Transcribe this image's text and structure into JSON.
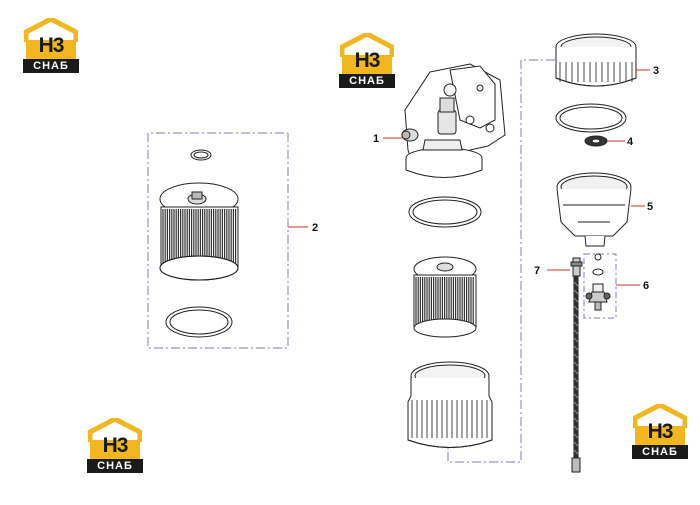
{
  "logo": {
    "mark": "H3",
    "brand": "СНАБ",
    "accent_color": "#f2b71f",
    "text_color": "#1a1a1a"
  },
  "callouts": [
    {
      "id": "1",
      "label": "1"
    },
    {
      "id": "2",
      "label": "2"
    },
    {
      "id": "3",
      "label": "3"
    },
    {
      "id": "4",
      "label": "4"
    },
    {
      "id": "5",
      "label": "5"
    },
    {
      "id": "6",
      "label": "6"
    },
    {
      "id": "7",
      "label": "7"
    }
  ],
  "colors": {
    "leader_line": "#c0392b",
    "group_frame": "#7b7fb0",
    "part_stroke": "#222222"
  }
}
